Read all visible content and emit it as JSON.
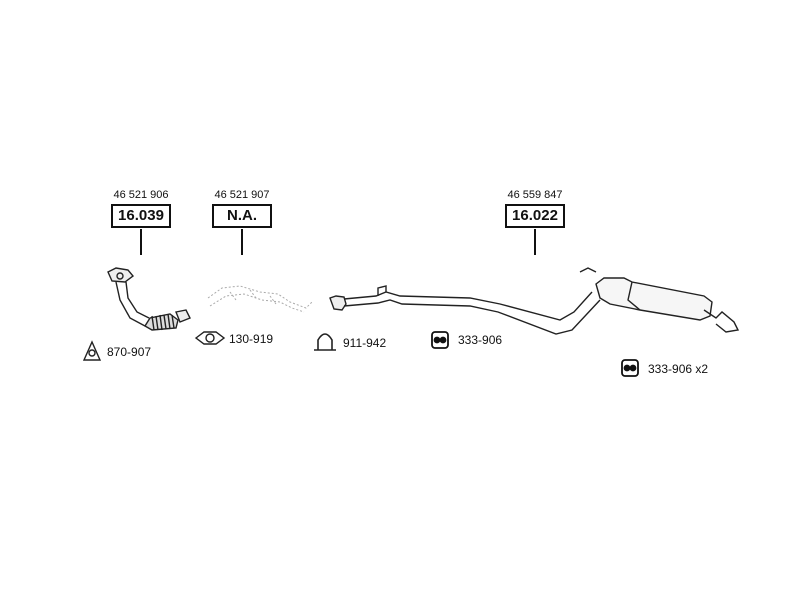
{
  "groups": [
    {
      "oem": "46 521 906",
      "part": "16.039"
    },
    {
      "oem": "46 521 907",
      "part": "N.A."
    },
    {
      "oem": "46 559 847",
      "part": "16.022"
    }
  ],
  "accessories": [
    {
      "code": "870-907",
      "icon": "gasket-triangle-icon"
    },
    {
      "code": "130-919",
      "icon": "flange-gasket-icon"
    },
    {
      "code": "911-942",
      "icon": "clamp-icon"
    },
    {
      "code": "333-906",
      "icon": "rubber-hanger-icon"
    },
    {
      "code": "333-906 x2",
      "icon": "rubber-hanger-icon"
    }
  ]
}
